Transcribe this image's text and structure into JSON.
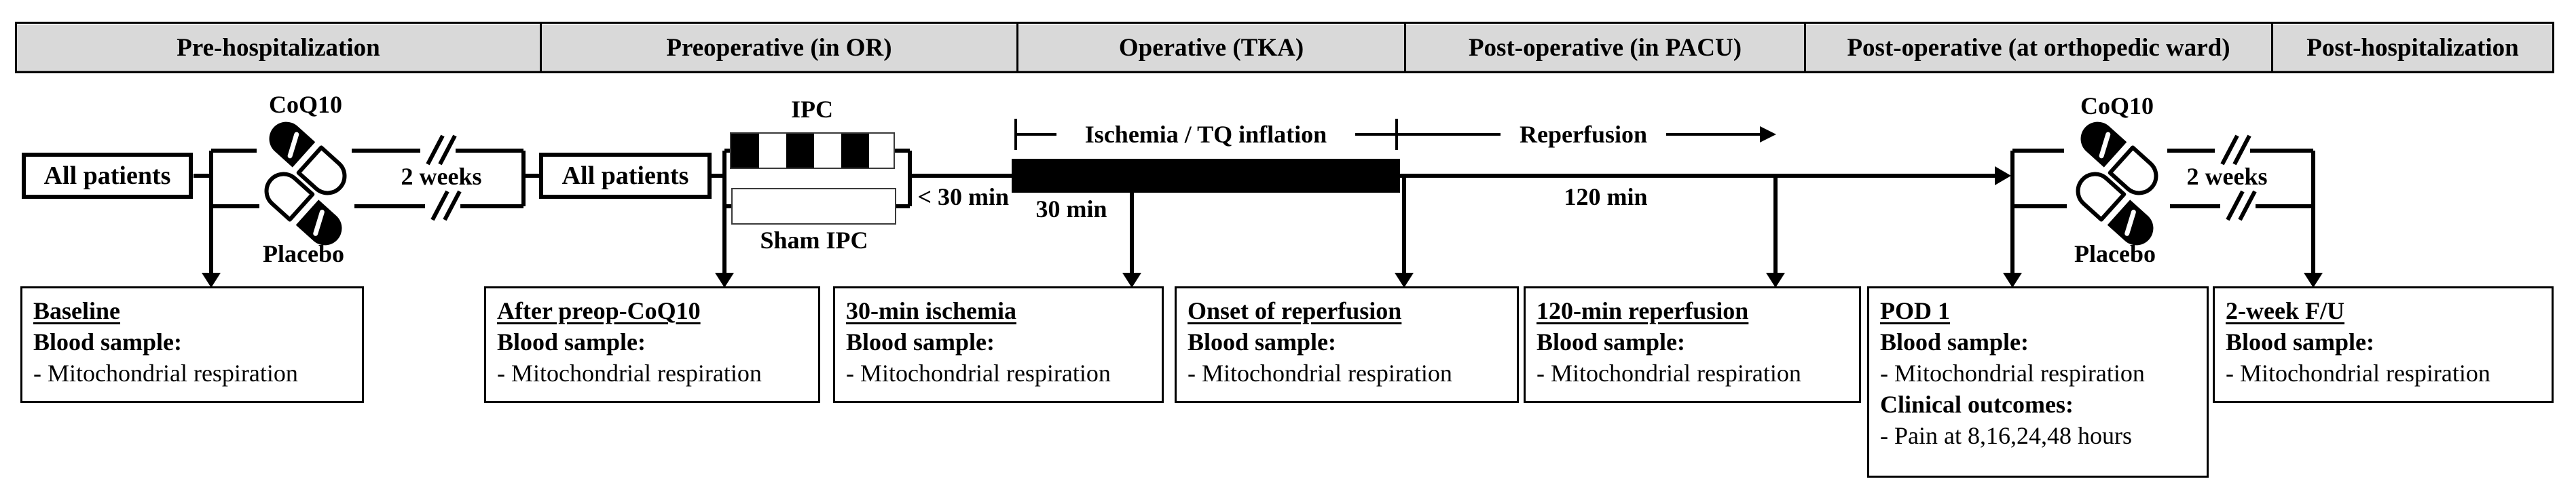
{
  "header": {
    "phases": [
      "Pre-hospitalization",
      "Preoperative (in OR)",
      "Operative (TKA)",
      "Post-operative (in PACU)",
      "Post-operative (at orthopedic ward)",
      "Post-hospitalization"
    ],
    "bg_color": "#d9d9d9"
  },
  "flow": {
    "all_patients_pre": "All patients",
    "all_patients_or": "All patients",
    "coq10_pre": "CoQ10",
    "placebo_pre": "Placebo",
    "two_weeks_pre": "2 weeks",
    "ipc": "IPC",
    "sham_ipc": "Sham IPC",
    "less_than_30_min": "< 30 min",
    "ischemia_label": "Ischemia / TQ inflation",
    "reperfusion_label": "Reperfusion",
    "ischemia_duration": "30 min",
    "reperfusion_duration": "120 min",
    "coq10_post": "CoQ10",
    "placebo_post": "Placebo",
    "two_weeks_post": "2 weeks"
  },
  "timeline_boxes": [
    {
      "title": "Baseline",
      "sample_heading": "Blood sample:",
      "sample_item": "- Mitochondrial respiration"
    },
    {
      "title": "After preop-CoQ10",
      "sample_heading": "Blood sample:",
      "sample_item": "- Mitochondrial respiration"
    },
    {
      "title": "30-min ischemia",
      "sample_heading": "Blood sample:",
      "sample_item": "- Mitochondrial respiration"
    },
    {
      "title": "Onset of reperfusion",
      "sample_heading": "Blood sample:",
      "sample_item": "- Mitochondrial respiration"
    },
    {
      "title": "120-min reperfusion",
      "sample_heading": "Blood sample:",
      "sample_item": "- Mitochondrial respiration"
    },
    {
      "title": "POD 1",
      "sample_heading": "Blood sample:",
      "sample_item": "- Mitochondrial respiration",
      "outcomes_heading": "Clinical outcomes:",
      "outcomes_item": "- Pain at 8,16,24,48 hours"
    },
    {
      "title": "2-week F/U",
      "sample_heading": "Blood sample:",
      "sample_item": "- Mitochondrial respiration"
    }
  ],
  "colors": {
    "ink": "#000000",
    "header_bg": "#d9d9d9",
    "background": "#ffffff"
  }
}
